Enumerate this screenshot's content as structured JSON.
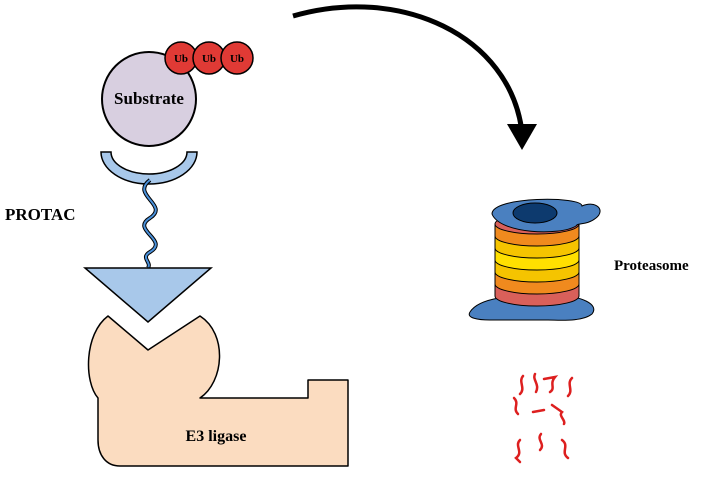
{
  "labels": {
    "substrate": "Substrate",
    "ub": [
      "Ub",
      "Ub",
      "Ub"
    ],
    "protac": "PROTAC",
    "e3_ligase": "E3 ligase",
    "proteasome": "Proteasome"
  },
  "colors": {
    "substrate_fill": "#d8cfe0",
    "ub_fill": "#e03a35",
    "protac_blue": "#a8c8ea",
    "linker_blue": "#4a90d9",
    "e3_fill": "#fbdcc0",
    "proteasome_blue": "#4a80c0",
    "proteasome_rings": [
      "#d9605a",
      "#f08a1e",
      "#f5c400",
      "#ffe000",
      "#f5c400",
      "#f08a1e",
      "#d9605a"
    ],
    "peptide_red": "#dd1f1f",
    "outline": "#000000"
  },
  "icons": [
    "curved-arrow-icon",
    "proteasome-icon",
    "peptide-fragments-icon"
  ]
}
